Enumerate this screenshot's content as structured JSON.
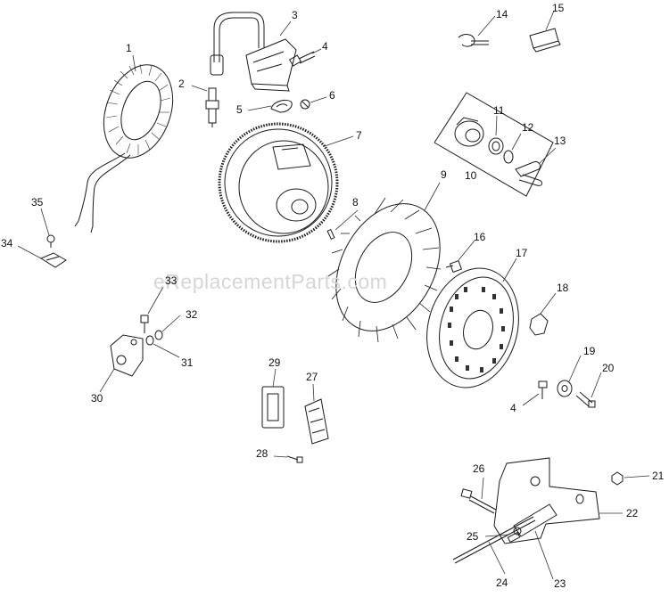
{
  "watermark": "eReplacementParts.com",
  "callouts": [
    {
      "id": "1",
      "text": "1"
    },
    {
      "id": "2",
      "text": "2"
    },
    {
      "id": "3",
      "text": "3"
    },
    {
      "id": "4",
      "text": "4"
    },
    {
      "id": "5",
      "text": "5"
    },
    {
      "id": "6",
      "text": "6"
    },
    {
      "id": "7",
      "text": "7"
    },
    {
      "id": "8",
      "text": "8"
    },
    {
      "id": "9",
      "text": "9"
    },
    {
      "id": "10",
      "text": "10"
    },
    {
      "id": "11",
      "text": "11"
    },
    {
      "id": "12",
      "text": "12"
    },
    {
      "id": "13",
      "text": "13"
    },
    {
      "id": "14",
      "text": "14"
    },
    {
      "id": "15",
      "text": "15"
    },
    {
      "id": "16",
      "text": "16"
    },
    {
      "id": "17",
      "text": "17"
    },
    {
      "id": "18",
      "text": "18"
    },
    {
      "id": "19",
      "text": "19"
    },
    {
      "id": "20",
      "text": "20"
    },
    {
      "id": "4b",
      "text": "4"
    },
    {
      "id": "21",
      "text": "21"
    },
    {
      "id": "22",
      "text": "22"
    },
    {
      "id": "23",
      "text": "23"
    },
    {
      "id": "24",
      "text": "24"
    },
    {
      "id": "25",
      "text": "25"
    },
    {
      "id": "26",
      "text": "26"
    },
    {
      "id": "27",
      "text": "27"
    },
    {
      "id": "28",
      "text": "28"
    },
    {
      "id": "29",
      "text": "29"
    },
    {
      "id": "30",
      "text": "30"
    },
    {
      "id": "31",
      "text": "31"
    },
    {
      "id": "32",
      "text": "32"
    },
    {
      "id": "33",
      "text": "33"
    },
    {
      "id": "34",
      "text": "34"
    },
    {
      "id": "35",
      "text": "35"
    }
  ]
}
